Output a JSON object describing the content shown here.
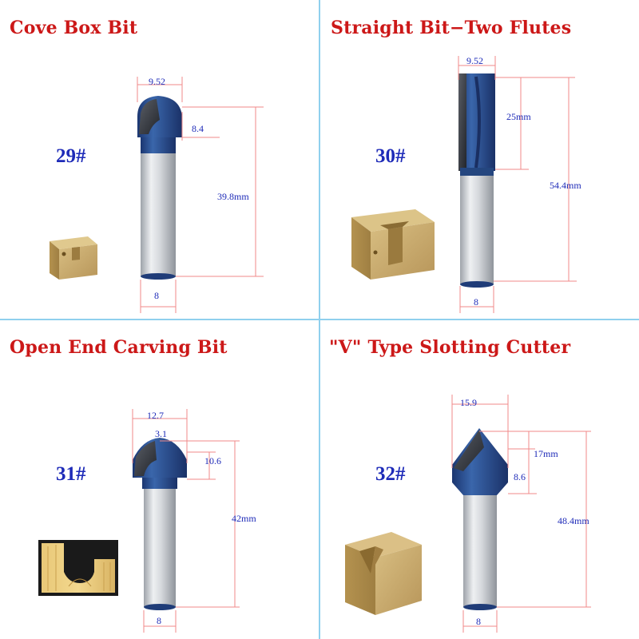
{
  "colors": {
    "title": "#cc1818",
    "number": "#1e2bb8",
    "dimension_text": "#1e2bb8",
    "dimension_line": "#f08a8a",
    "divider": "#8fd0ee",
    "bit_blue": "#2a4f92",
    "shank": "#d6d9de",
    "wood": "#c6a868"
  },
  "panels": [
    {
      "title": "Cove Box Bit",
      "number": "29#",
      "dims": {
        "d1": "9.52",
        "d2": "8.4",
        "d3": "39.8mm",
        "d4": "8"
      }
    },
    {
      "title": "Straight Bit−Two Flutes",
      "number": "30#",
      "dims": {
        "d1": "9.52",
        "d2": "25mm",
        "d3": "54.4mm",
        "d4": "8"
      }
    },
    {
      "title": "Open End Carving Bit",
      "number": "31#",
      "dims": {
        "d1": "12.7",
        "d2": "3.1",
        "d3": "10.6",
        "d4": "42mm",
        "d5": "8"
      }
    },
    {
      "title": "\"V\" Type Slotting Cutter",
      "number": "32#",
      "dims": {
        "d1": "15.9",
        "d2": "17mm",
        "d3": "8.6",
        "d4": "48.4mm",
        "d5": "8"
      }
    }
  ]
}
